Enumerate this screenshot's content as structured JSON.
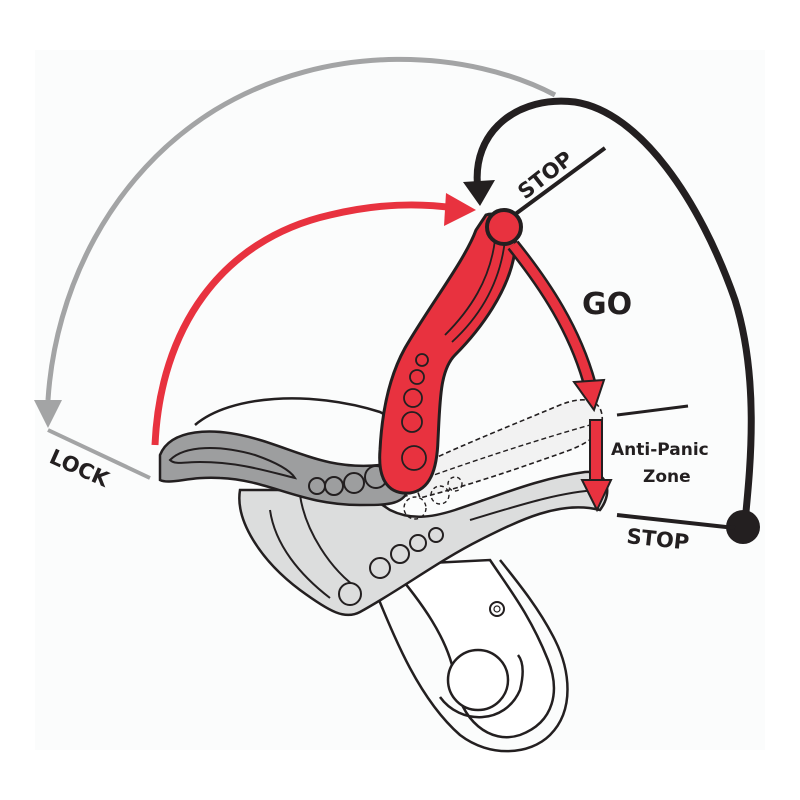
{
  "diagram": {
    "subject": "Belay device handle positions",
    "labels": {
      "lock": "LOCK",
      "stop_top": "STOP",
      "go": "GO",
      "anti_panic_line1": "Anti-Panic",
      "anti_panic_line2": "Zone",
      "stop_bottom": "STOP"
    },
    "colors": {
      "handle_red": "#e8323f",
      "outline": "#231f20",
      "lock_arrow_gray": "#a3a4a5",
      "lever_gray": "#9d9e9f",
      "body_light": "#dcdddd",
      "ghost_fill": "#f2f2f2",
      "background_panel": "#fbfcfc"
    }
  }
}
